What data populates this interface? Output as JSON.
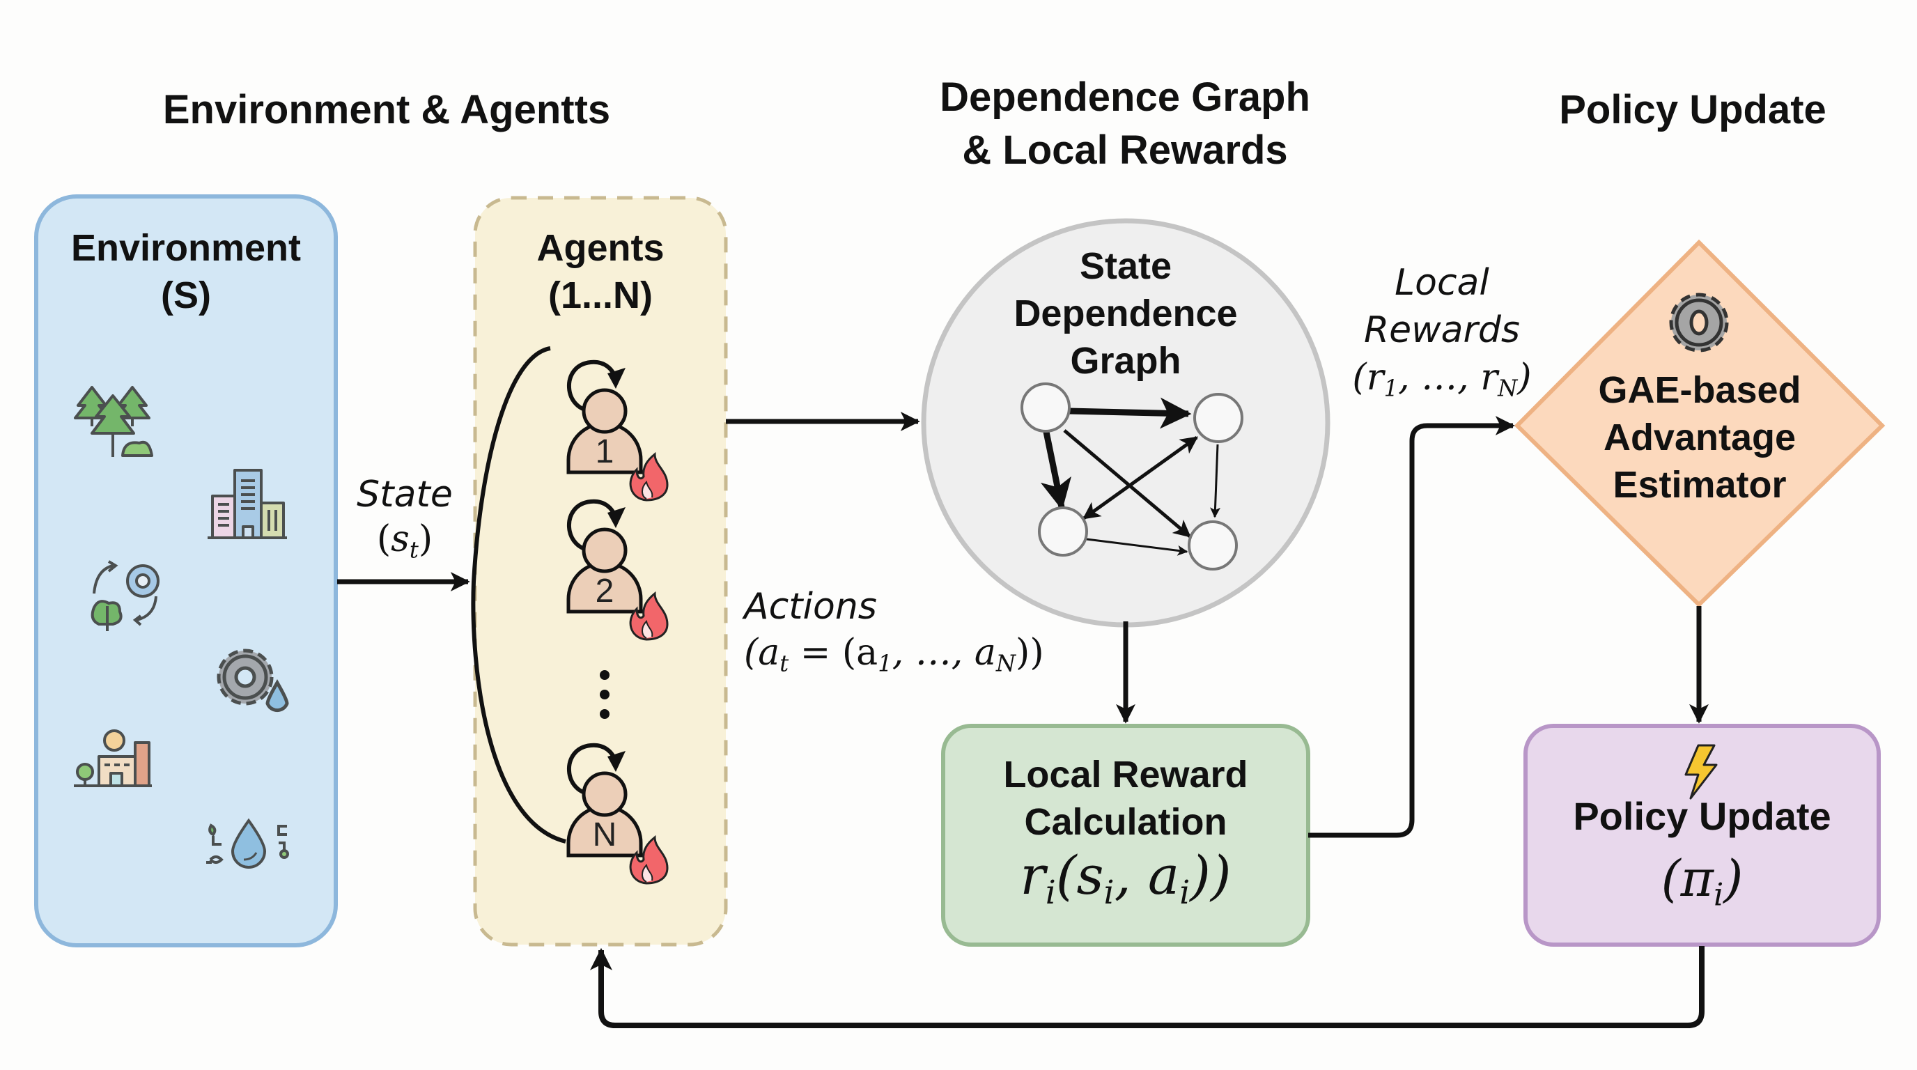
{
  "sections": {
    "env_agents": "Environment & Agentts",
    "dependence": "Dependence Graph\n& Local Rewards",
    "policy": "Policy Update"
  },
  "environment": {
    "title": "Environment\n(S)",
    "icons": [
      "forest-icon",
      "city-buildings-icon",
      "eco-cycle-gear-icon",
      "gear-water-icon",
      "factory-icon",
      "water-drop-eco-icon"
    ]
  },
  "agents": {
    "title": "Agents\n(1...N)",
    "items": [
      {
        "label": "1",
        "badge": "fire-icon"
      },
      {
        "label": "2",
        "badge": "fire-icon"
      },
      {
        "label": "N",
        "badge": "fire-icon"
      }
    ],
    "ellipsis": "vertical-ellipsis"
  },
  "state_label": {
    "word": "State",
    "open": "(",
    "sym": "s",
    "sub": "t",
    "close": ")"
  },
  "actions_label": {
    "word": "Actions",
    "expr_a": "(a",
    "expr_t": "t",
    "expr_mid": " = (a",
    "expr_1": "1",
    "expr_dots": ", …, a",
    "expr_N": "N",
    "expr_close": "))"
  },
  "dependence_graph": {
    "title": "State\nDependence\nGraph",
    "nodes": 4,
    "edges": [
      {
        "from": 0,
        "to": 1,
        "weight": "heavy"
      },
      {
        "from": 0,
        "to": 2,
        "weight": "heavy"
      },
      {
        "from": 0,
        "to": 3,
        "weight": "medium"
      },
      {
        "from": 1,
        "to": 2,
        "weight": "medium",
        "bidirectional": true
      },
      {
        "from": 1,
        "to": 3,
        "weight": "light"
      },
      {
        "from": 2,
        "to": 3,
        "weight": "light"
      }
    ]
  },
  "local_rewards_label": {
    "line1": "Local",
    "line2": "Rewards",
    "open": "(r",
    "sub1": "1",
    "mid": ", …, r",
    "subN": "N",
    "close": ")"
  },
  "local_reward_calc": {
    "title": "Local Reward\nCalculation",
    "r": "r",
    "ri": "i",
    "open": "(s",
    "si": "i",
    "comma": ", a",
    "ai": "i",
    "close": "))"
  },
  "gae": {
    "title": "GAE-based\nAdvantage\nEstimator",
    "icon": "gear-icon"
  },
  "policy_update": {
    "title": "Policy Update",
    "open": "(π",
    "sub": "i",
    "close": ")",
    "icon": "lightning-icon"
  },
  "colors": {
    "env_fill": "#d3e7f5",
    "env_stroke": "#8db7dc",
    "agents_fill": "#f8f1d8",
    "agents_stroke": "#c8b990",
    "graph_fill": "#efefef",
    "graph_stroke": "#c4c4c4",
    "calc_fill": "#d5e6d2",
    "calc_stroke": "#98ba92",
    "gae_fill": "#fcd9bd",
    "gae_stroke": "#eeb283",
    "policy_fill": "#e8d8ec",
    "policy_stroke": "#b896c7",
    "agent_fill": "#eccfb8",
    "fire": "#f2666a",
    "bolt": "#f6c630"
  }
}
